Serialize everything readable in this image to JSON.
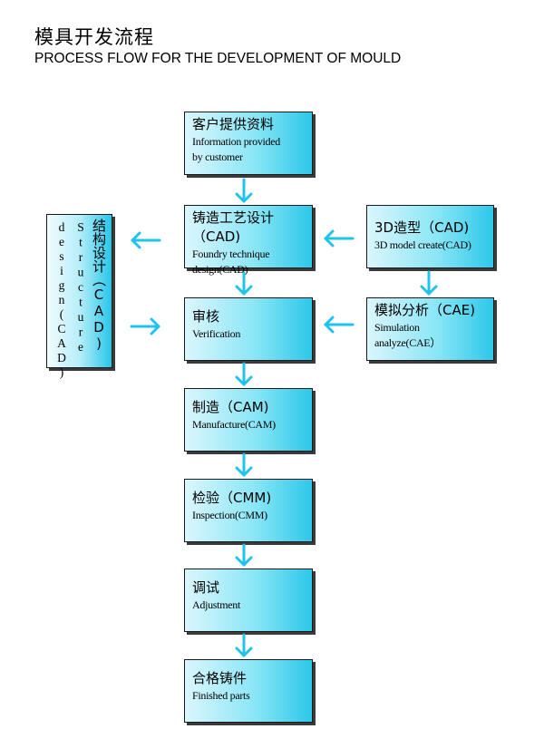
{
  "header": {
    "title_cn": "模具开发流程",
    "title_en": "PROCESS FLOW FOR THE DEVELOPMENT OF MOULD"
  },
  "steps": {
    "customer": {
      "cn": "客户提供资料",
      "en1": "Information provided",
      "en2": "by customer"
    },
    "foundry": {
      "cn": "铸造工艺设计（CAD)",
      "en1": "Foundry technique",
      "en2": "design(CAD)"
    },
    "verification": {
      "cn": "审核",
      "en1": "Verification"
    },
    "manufacture": {
      "cn": "制造（CAM)",
      "en1": "Manufacture(CAM)"
    },
    "inspection": {
      "cn": "检验（CMM)",
      "en1": "Inspection(CMM)"
    },
    "adjustment": {
      "cn": "调试",
      "en1": "Adjustment"
    },
    "finished": {
      "cn": "合格铸件",
      "en1": "Finished parts"
    },
    "model3d": {
      "cn": "3D造型（CAD)",
      "en1": "3D model create(CAD)"
    },
    "simulation": {
      "cn": "模拟分析（CAE)",
      "en1": "Simulation",
      "en2": "analyze(CAE）"
    },
    "structure": {
      "col1": "design(CAD)",
      "col2": "Structure",
      "col3": "结构设计（CAD)"
    }
  },
  "colors": {
    "arrow": "#1fc3ec",
    "box_light": "#dbf6fd",
    "box_dark": "#2dc8ea",
    "border": "#1a1a1a",
    "shadow": "#3a3a3a"
  }
}
